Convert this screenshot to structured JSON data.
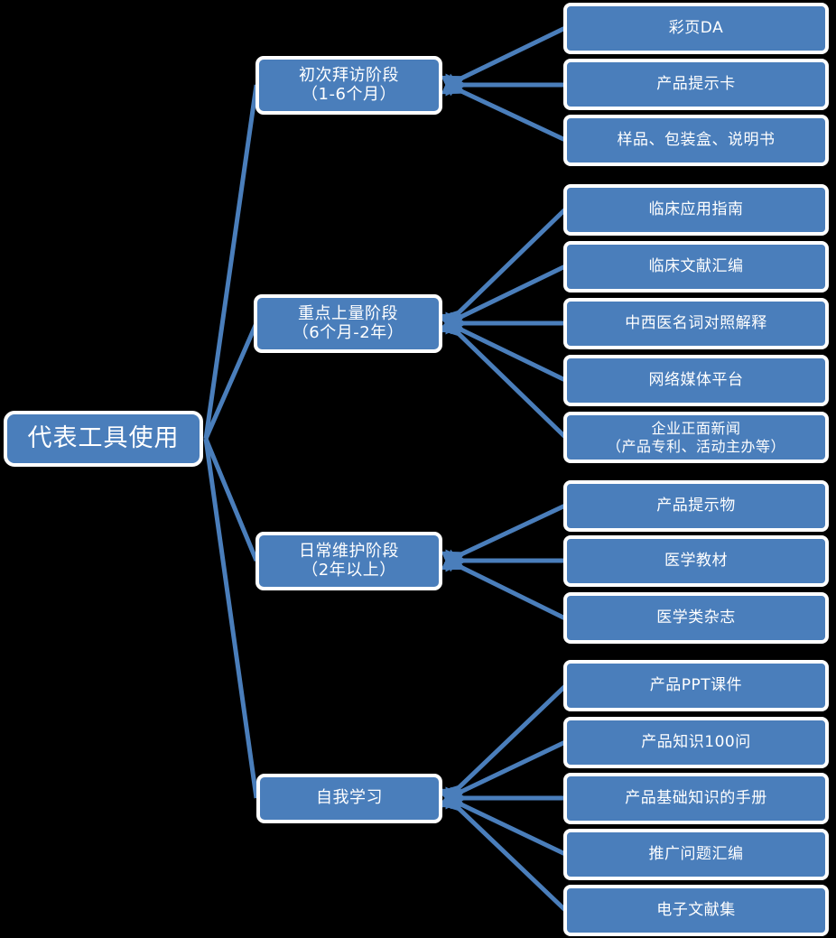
{
  "diagram": {
    "type": "tree-mindmap",
    "title": "代表工具使用",
    "colors": {
      "node_fill": "#4a7ebb",
      "node_border": "#ffffff",
      "connector": "#4a7ebb",
      "background": "#000000",
      "text": "#ffffff"
    },
    "root": {
      "label": "代表工具使用"
    },
    "branches": [
      {
        "id": "branch-first-visit",
        "label": "初次拜访阶段\n（1-6个月）",
        "label_line1": "初次拜访阶段",
        "label_line2": "（1-6个月）",
        "items": [
          {
            "label": "彩页DA"
          },
          {
            "label": "产品提示卡"
          },
          {
            "label": "样品、包装盒、说明书"
          }
        ]
      },
      {
        "id": "branch-key-growth",
        "label": "重点上量阶段\n（6个月-2年）",
        "label_line1": "重点上量阶段",
        "label_line2": "（6个月-2年）",
        "items": [
          {
            "label": "临床应用指南"
          },
          {
            "label": "临床文献汇编"
          },
          {
            "label": "中西医名词对照解释"
          },
          {
            "label": "网络媒体平台"
          },
          {
            "label": "企业正面新闻\n（产品专利、活动主办等）"
          }
        ]
      },
      {
        "id": "branch-daily-maintenance",
        "label": "日常维护阶段\n（2年以上）",
        "label_line1": "日常维护阶段",
        "label_line2": "（2年以上）",
        "items": [
          {
            "label": "产品提示物"
          },
          {
            "label": "医学教材"
          },
          {
            "label": "医学类杂志"
          }
        ]
      },
      {
        "id": "branch-self-study",
        "label": "自我学习",
        "label_line1": "自我学习",
        "label_line2": "",
        "items": [
          {
            "label": "产品PPT课件"
          },
          {
            "label": "产品知识100问"
          },
          {
            "label": "产品基础知识的手册"
          },
          {
            "label": "推广问题汇编"
          },
          {
            "label": "电子文献集"
          }
        ]
      }
    ]
  }
}
